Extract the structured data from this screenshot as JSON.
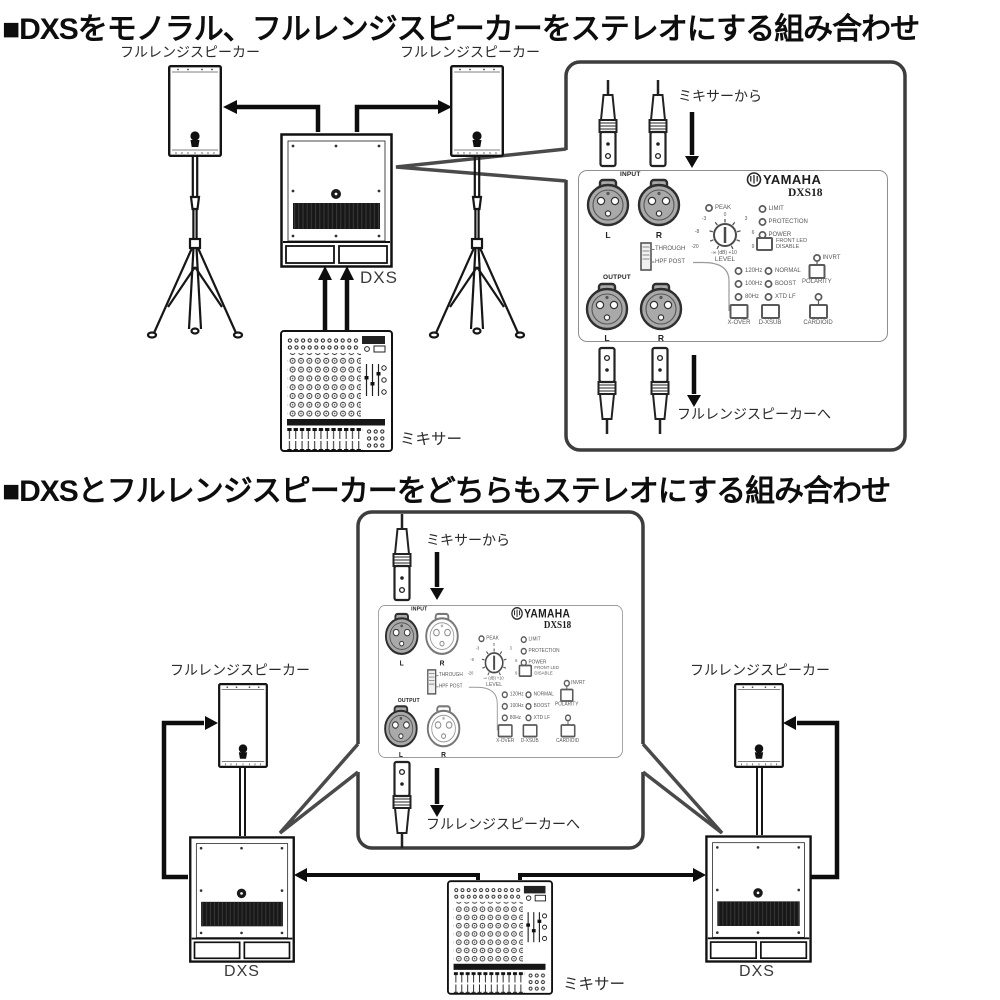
{
  "section_mono": {
    "title": "■DXSをモノラル、フルレンジスピーカーをステレオにする組み合わせ",
    "fullrange_left": "フルレンジスピーカー",
    "fullrange_right": "フルレンジスピーカー",
    "dxs": "DXS",
    "mixer": "ミキサー",
    "from_mixer": "ミキサーから",
    "to_fullrange": "フルレンジスピーカーへ"
  },
  "section_stereo": {
    "title": "■DXSとフルレンジスピーカーをどちらもステレオにする組み合わせ",
    "fullrange_left": "フルレンジスピーカー",
    "fullrange_right": "フルレンジスピーカー",
    "dxs_left": "DXS",
    "dxs_right": "DXS",
    "mixer": "ミキサー",
    "from_mixer": "ミキサーから",
    "to_fullrange": "フルレンジスピーカーへ"
  },
  "panel": {
    "brand": "YAMAHA",
    "model": "DXS18",
    "input_label": "INPUT",
    "output_label": "OUTPUT",
    "l": "L",
    "r": "R",
    "peak": "PEAK",
    "limit": "LIMIT",
    "protection": "PROTECTION",
    "power": "POWER",
    "front_led_1": "FRONT LED",
    "front_led_2": "DISABLE",
    "invrt": "INVRT",
    "polarity": "POLARITY",
    "freq_120": "120Hz",
    "freq_100": "100Hz",
    "freq_80": "80Hz",
    "normal": "NORMAL",
    "boost": "BOOST",
    "xtd_lf": "XTD LF",
    "xover": "X-OVER",
    "dxsub": "D-XSUB",
    "cardioid": "CARDIOID",
    "through": "THROUGH",
    "hpf_post": "HPF POST",
    "level": "LEVEL",
    "scale": {
      "n3": "-3",
      "zero": "0",
      "p3": "3",
      "n8": "-8",
      "p6": "6",
      "n20": "-20",
      "p9": "9",
      "range": "-∞ (dB) +10"
    }
  },
  "colors": {
    "background": "#ffffff",
    "line": "#111111",
    "callout_line": "#4a4a4a",
    "connector_fill": "#a9a9a9"
  }
}
